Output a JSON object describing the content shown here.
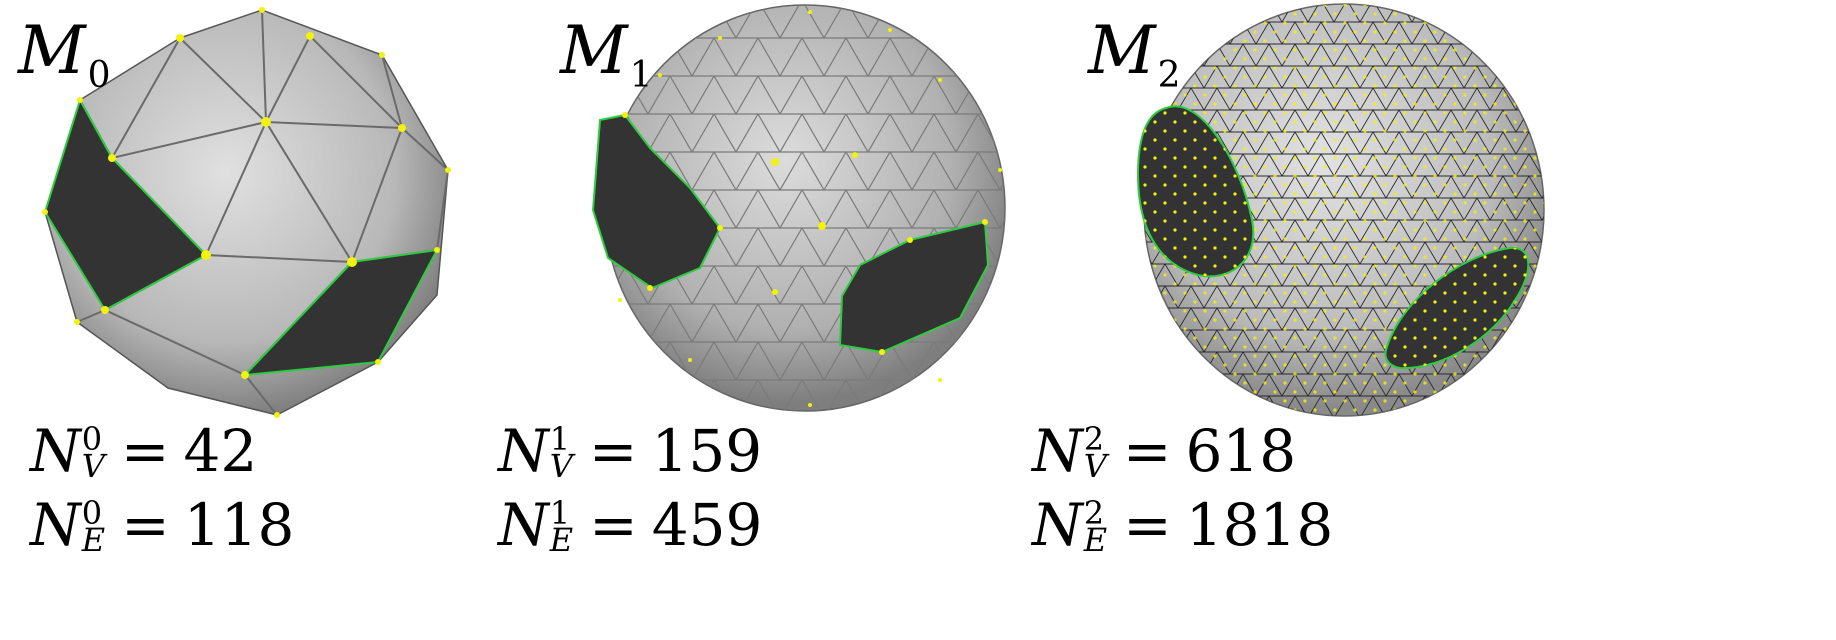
{
  "meshes": [
    {
      "label": "M",
      "level": "0",
      "vertices": {
        "symbol": "N",
        "sup": "0",
        "sub": "V",
        "value": "42"
      },
      "edges": {
        "symbol": "N",
        "sup": "0",
        "sub": "E",
        "value": "118"
      }
    },
    {
      "label": "M",
      "level": "1",
      "vertices": {
        "symbol": "N",
        "sup": "1",
        "sub": "V",
        "value": "159"
      },
      "edges": {
        "symbol": "N",
        "sup": "1",
        "sub": "E",
        "value": "459"
      }
    },
    {
      "label": "M",
      "level": "2",
      "vertices": {
        "symbol": "N",
        "sup": "2",
        "sub": "V",
        "value": "618"
      },
      "edges": {
        "symbol": "N",
        "sup": "2",
        "sub": "E",
        "value": "1818"
      }
    }
  ],
  "equals_sign": "=",
  "colors": {
    "face_light": "#d2d2d2",
    "face_mid": "#a8a8a8",
    "face_dark": "#7a7a7a",
    "hole": "#333333",
    "hole_outline": "#2ecc40",
    "vertex": "#f2f20a"
  }
}
